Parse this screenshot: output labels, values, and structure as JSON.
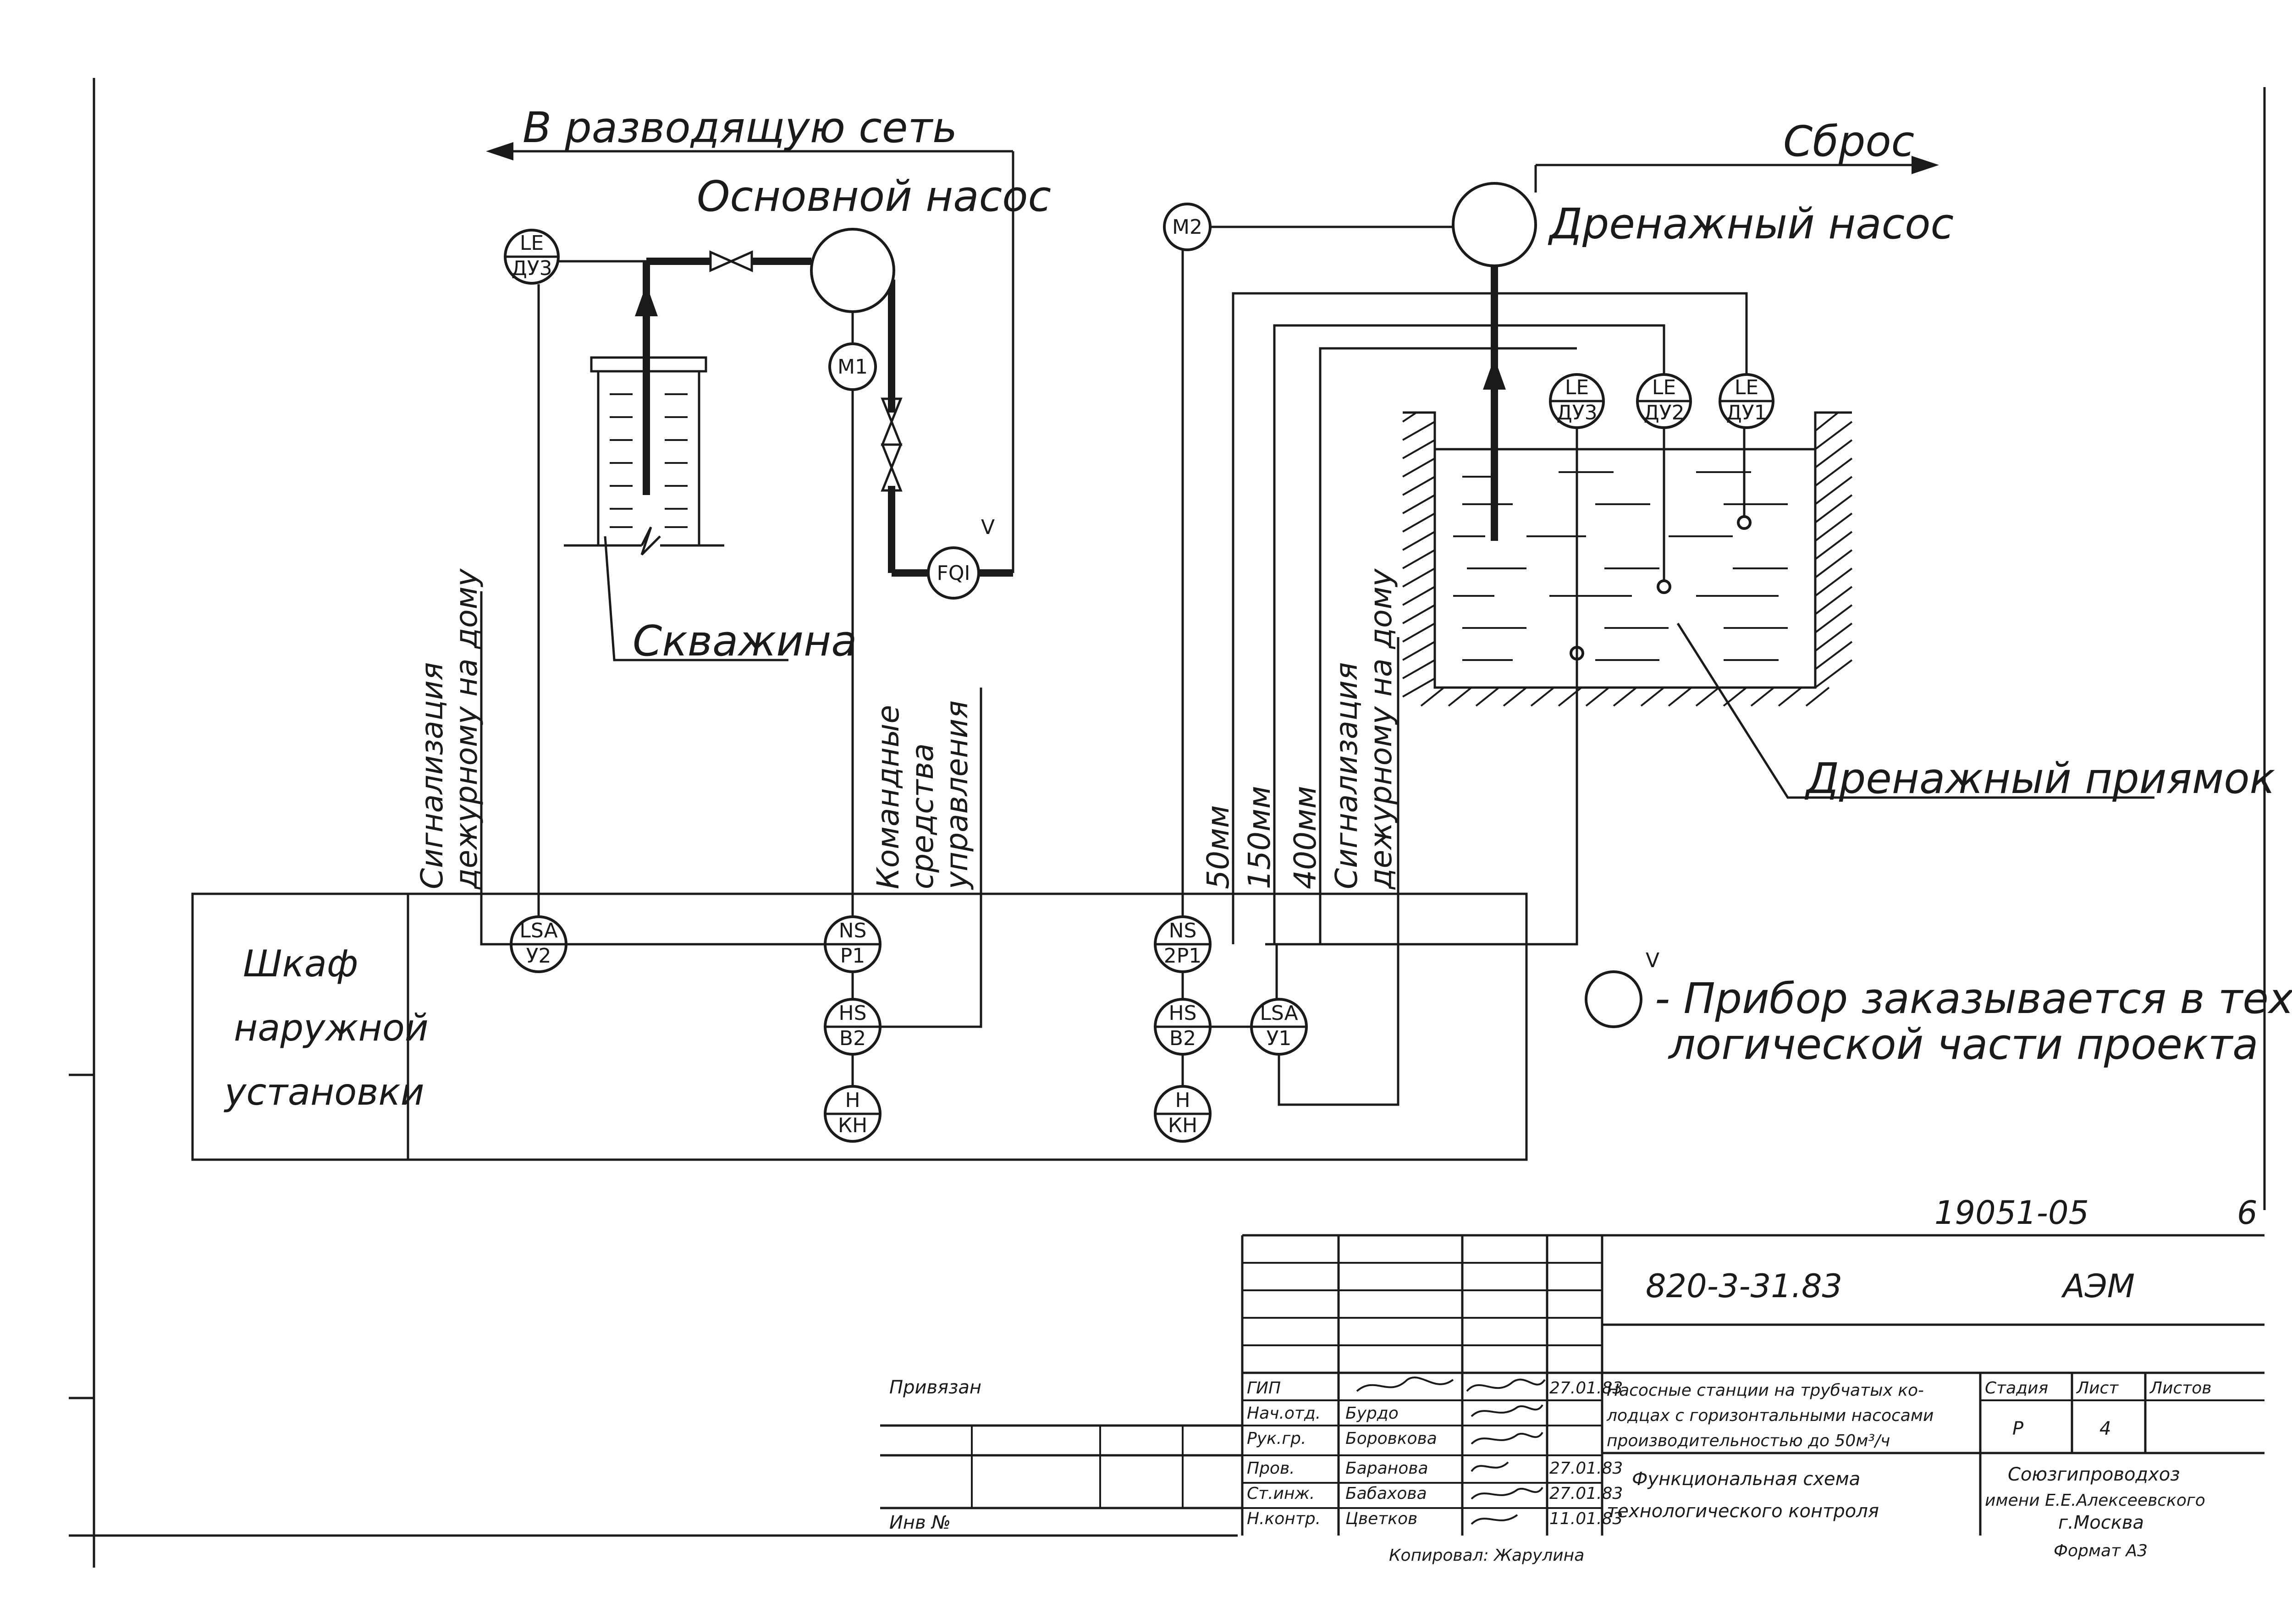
{
  "diagram": {
    "flow_labels": {
      "to_network": "В разводящую сеть",
      "discharge": "Сброс",
      "main_pump": "Основной насос",
      "drain_pump": "Дренажный насос",
      "well": "Скважина",
      "drain_pit": "Дренажный приямок"
    },
    "instruments": {
      "le_du3_left": [
        "LE",
        "ДУ3"
      ],
      "m1": [
        "М1"
      ],
      "m2": [
        "М2"
      ],
      "fqi": [
        "FQI"
      ],
      "fqi_mark": "V",
      "le_du3_pit": [
        "LE",
        "ДУ3"
      ],
      "le_du2_pit": [
        "LE",
        "ДУ2"
      ],
      "le_du1_pit": [
        "LE",
        "ДУ1"
      ],
      "lsa_u2": [
        "LSA",
        "У2"
      ],
      "ns_p1": [
        "NS",
        "Р1"
      ],
      "hs_v2_left": [
        "HS",
        "В2"
      ],
      "h_kn_left": [
        "Н",
        "КН"
      ],
      "ns_2p1": [
        "NS",
        "2Р1"
      ],
      "hs_v2_right": [
        "HS",
        "В2"
      ],
      "h_kn_right": [
        "Н",
        "КН"
      ],
      "lsa_u1": [
        "LSA",
        "У1"
      ]
    },
    "vertical_labels": {
      "signal_left": [
        "Сигнализация",
        "дежурному на дому"
      ],
      "command": [
        "Командные",
        "средства",
        "управления"
      ],
      "l50": "50мм",
      "l150": "150мм",
      "l400": "400мм",
      "signal_right": [
        "Сигнализация",
        "дежурному на дому"
      ]
    },
    "cabinet": [
      "Шкаф",
      "наружной",
      "установки"
    ],
    "legend": {
      "mark": "V",
      "text_line1": "- Прибор заказывается в техно-",
      "text_line2": "логической части проекта"
    }
  },
  "title_block": {
    "archive_number": "19051-05",
    "sheet_corner_number": "6",
    "document_code": "820-3-31.83",
    "section_code": "АЭМ",
    "bound_label": "Привязан",
    "inv_label": "Инв №",
    "roles": [
      "ГИП",
      "Нач.отд.",
      "Рук.гр.",
      "Пров.",
      "Ст.инж.",
      "Н.контр."
    ],
    "names": [
      "",
      "Бурдо",
      "Боровкова",
      "Баранова",
      "Бабахова",
      "Цветков"
    ],
    "dates": [
      "27.01.83",
      "",
      "",
      "27.01.83",
      "27.01.83",
      "11.01.83"
    ],
    "project_title": [
      "Насосные станции на трубчатых ко-",
      "лодцах с горизонтальными насосами",
      "производительностью до 50м³/ч"
    ],
    "drawing_title": [
      "Функциональная схема",
      "технологического контроля"
    ],
    "stage_label": "Стадия",
    "sheet_label": "Лист",
    "sheets_label": "Листов",
    "stage": "Р",
    "sheet": "4",
    "organization": [
      "Союзгипроводхоз",
      "имени Е.Е.Алексеевского",
      "г.Москва"
    ],
    "copied_by": "Копировал: Жарулина",
    "format": "Формат А3"
  }
}
